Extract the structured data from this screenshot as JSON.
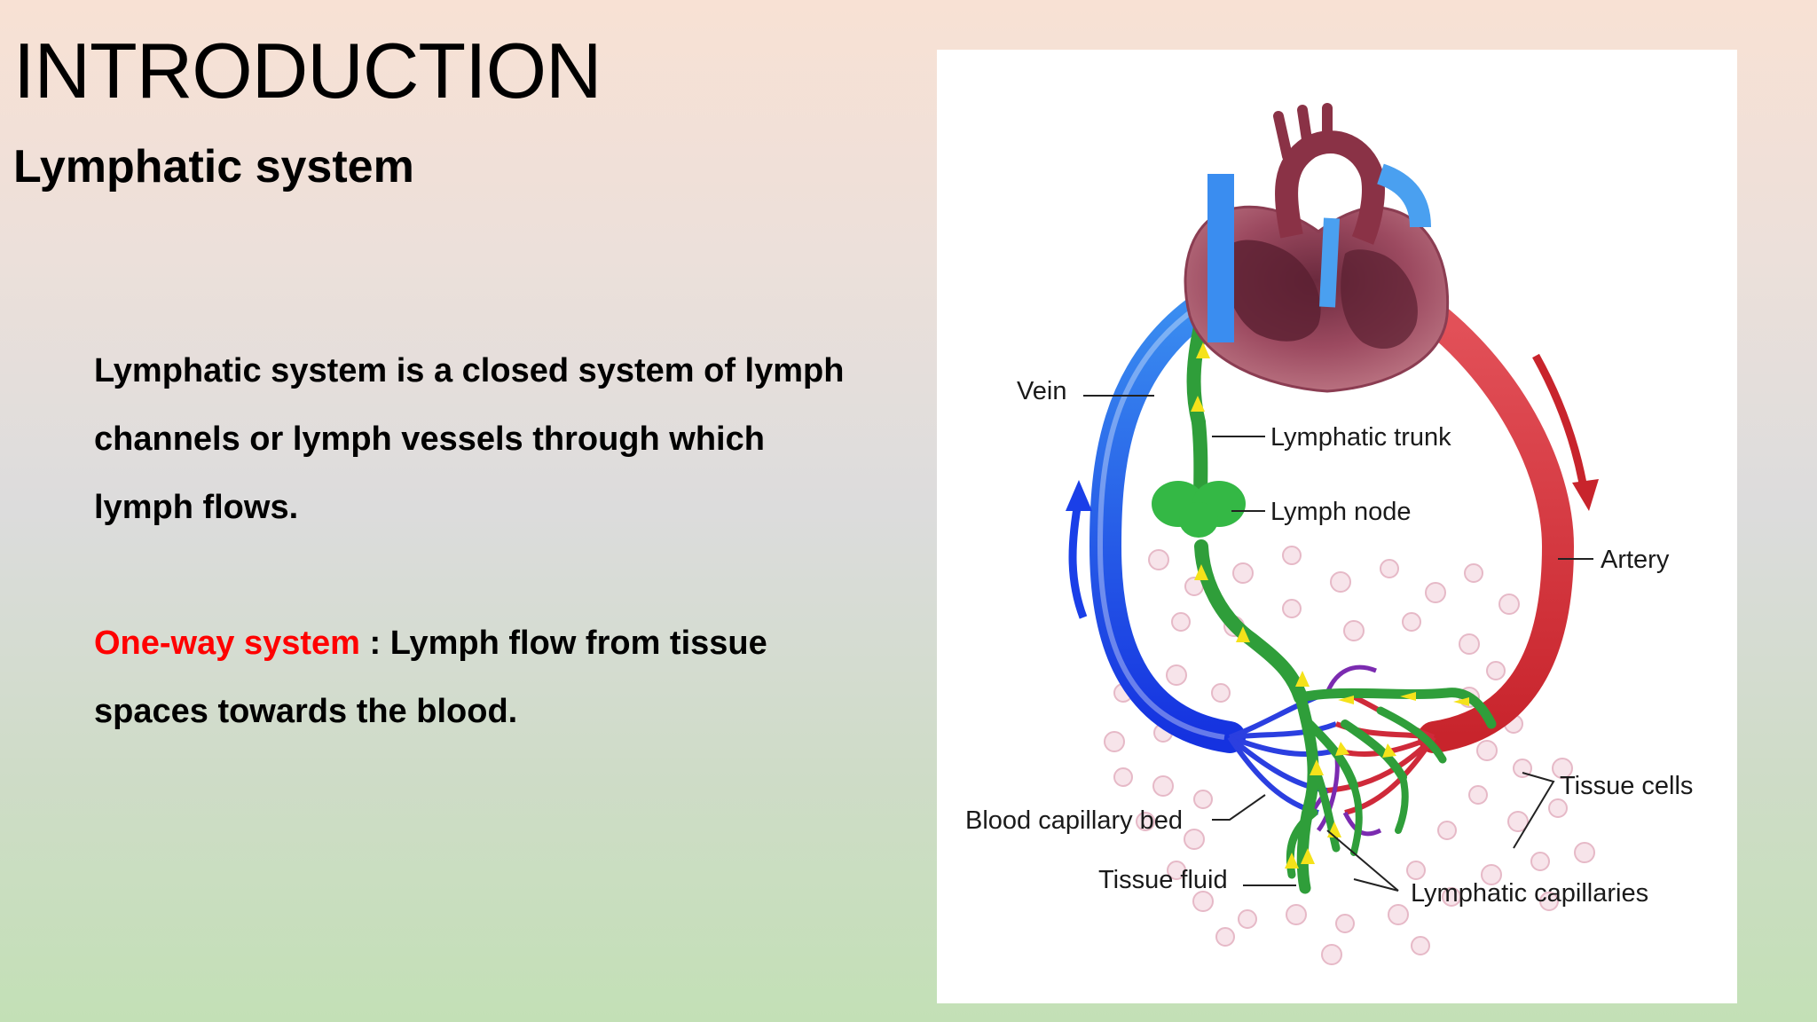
{
  "slide": {
    "title": "INTRODUCTION",
    "subtitle": "Lymphatic system",
    "paragraph1": "Lymphatic system is a closed system of lymph channels or lymph vessels through which lymph flows.",
    "paragraph2_highlight": "One-way system",
    "paragraph2_rest": " : Lymph flow from tissue spaces towards the blood.",
    "highlight_color": "#ff0000"
  },
  "diagram": {
    "labels": {
      "vein": "Vein",
      "lymphatic_trunk": "Lymphatic trunk",
      "lymph_node": "Lymph node",
      "artery": "Artery",
      "tissue_cells": "Tissue cells",
      "blood_capillary_bed": "Blood capillary bed",
      "tissue_fluid": "Tissue fluid",
      "lymphatic_capillaries": "Lymphatic capillaries"
    },
    "colors": {
      "vein": "#1a4fe8",
      "artery": "#d9373f",
      "lymph": "#2f9e3a",
      "flow_arrow": "#f5e21a",
      "heart": "#a8556b"
    }
  }
}
